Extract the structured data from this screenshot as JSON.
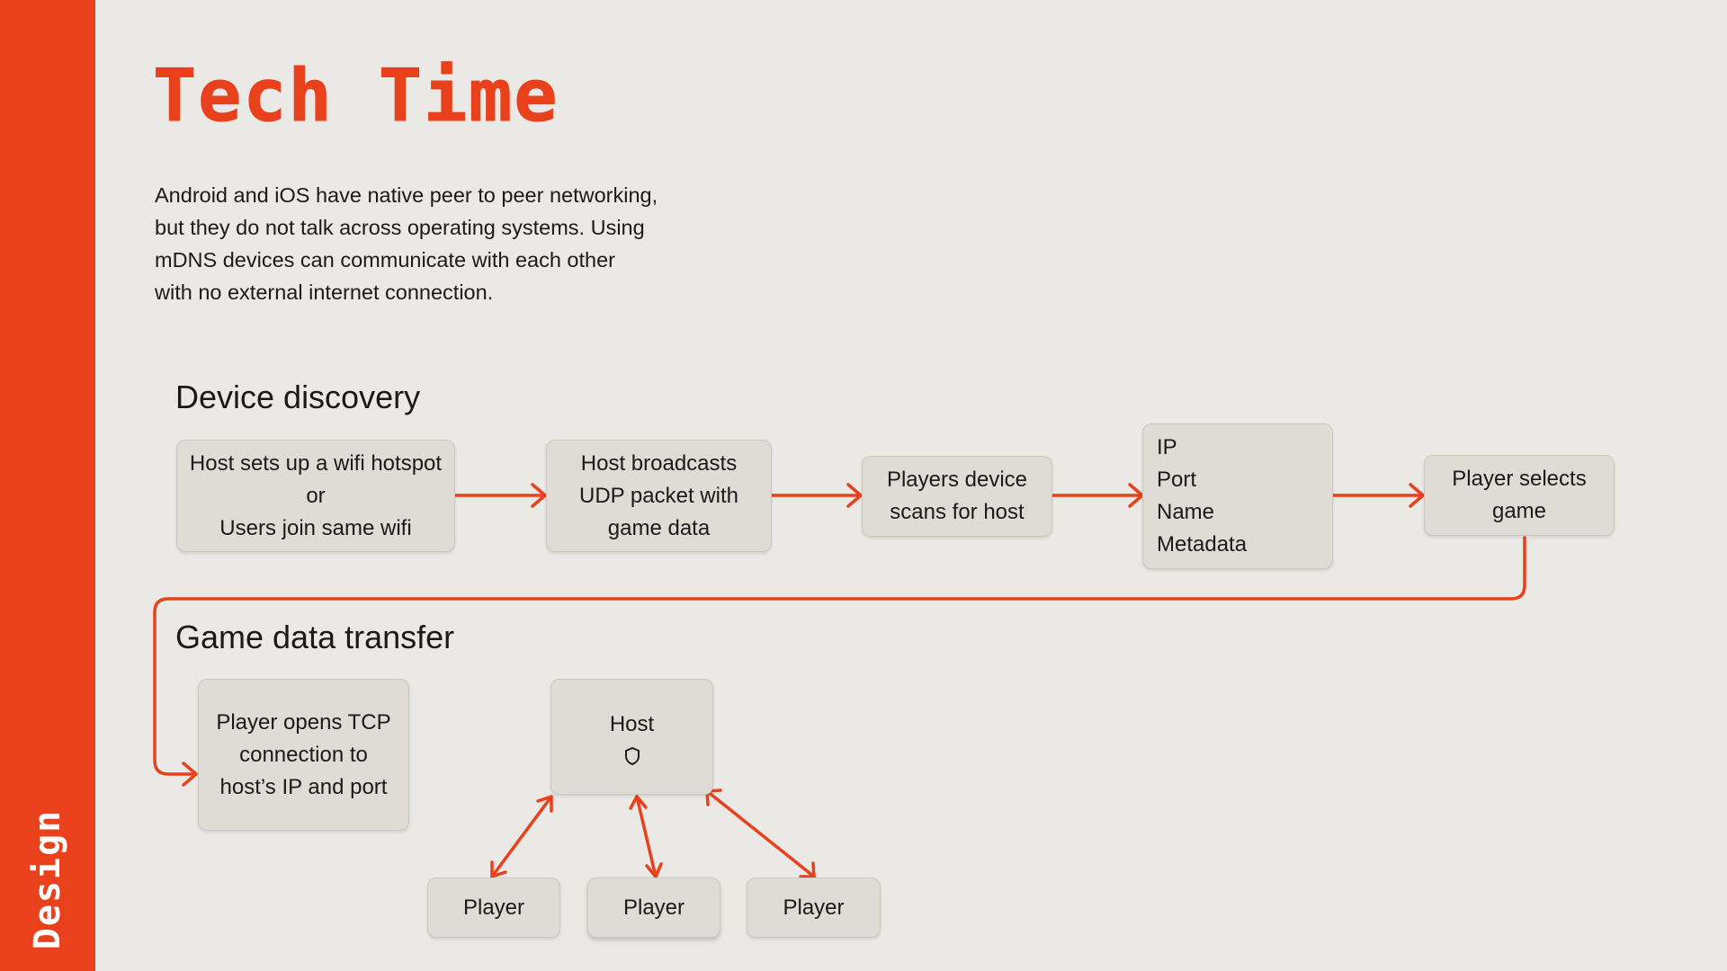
{
  "sidebar": {
    "label": "Design"
  },
  "title": "Tech Time",
  "intro": "Android and iOS have native peer to peer networking, but they do not talk across operating systems. Using mDNS devices can communicate with each other with no external internet connection.",
  "discovery": {
    "heading": "Device discovery",
    "steps": [
      {
        "lines": [
          "Host sets up a wifi hotspot",
          "or",
          "Users join same wifi"
        ]
      },
      {
        "lines": [
          "Host broadcasts",
          "UDP packet with",
          "game data"
        ]
      },
      {
        "lines": [
          "Players device",
          "scans for host"
        ]
      },
      {
        "lines": [
          "IP",
          "Port",
          "Name",
          "Metadata"
        ]
      },
      {
        "lines": [
          "Player selects",
          "game"
        ]
      }
    ]
  },
  "transfer": {
    "heading": "Game data transfer",
    "tcp_step": {
      "lines": [
        "Player opens TCP",
        "connection to",
        "host’s IP and port"
      ]
    },
    "host": {
      "label": "Host",
      "icon": "shield-icon"
    },
    "players": [
      "Player",
      "Player",
      "Player"
    ]
  },
  "colors": {
    "accent": "#e8411c",
    "background": "#ebe9e5",
    "box": "#dfdcd6"
  }
}
